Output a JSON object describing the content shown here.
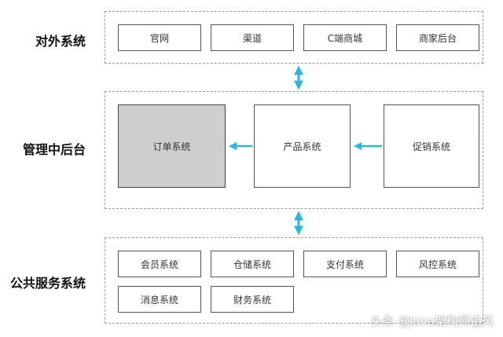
{
  "tiers": {
    "external": {
      "label": "对外系统",
      "systems": [
        "官网",
        "渠道",
        "C端商城",
        "商家后台"
      ]
    },
    "middle": {
      "label": "管理中后台",
      "order": "订单系统",
      "product": "产品系统",
      "promotion": "促销系统"
    },
    "public": {
      "label": "公共服务系统",
      "systems": [
        "会员系统",
        "仓储系统",
        "支付系统",
        "风控系统",
        "消息系统",
        "财务系统"
      ]
    }
  },
  "colors": {
    "arrow": "#29b6e0",
    "core_fill": "#cfcfcf",
    "dash": "#9a9a9a"
  },
  "watermark": {
    "text": "头条 @Java架构师追风"
  }
}
